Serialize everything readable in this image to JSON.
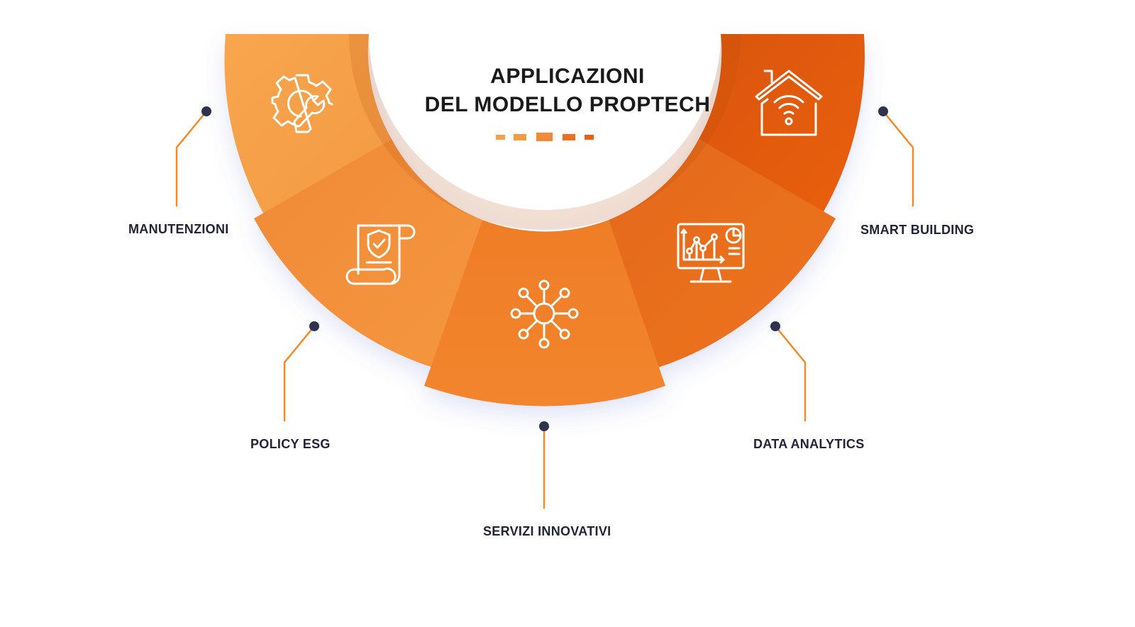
{
  "title": {
    "line1": "APPLICAZIONI",
    "line2": "DEL MODELLO PROPTECH"
  },
  "segments": [
    {
      "id": "manutenzioni",
      "label": "MANUTENZIONI",
      "icon": "gear-wrench-icon",
      "color": "#f6a04b"
    },
    {
      "id": "policy-esg",
      "label": "POLICY ESG",
      "icon": "shield-document-icon",
      "color": "#f38e3a"
    },
    {
      "id": "servizi-innovativi",
      "label": "SERVIZI INNOVATIVI",
      "icon": "network-hub-icon",
      "color": "#f0822c"
    },
    {
      "id": "data-analytics",
      "label": "DATA ANALYTICS",
      "icon": "analytics-monitor-icon",
      "color": "#ec7020"
    },
    {
      "id": "smart-building",
      "label": "SMART BUILDING",
      "icon": "smart-home-icon",
      "color": "#e95e13"
    }
  ],
  "colors": {
    "accent": "#f08a2c",
    "connector_line": "#f08a2c",
    "connector_dot": "#2e3350",
    "label_text": "#23233a",
    "title_text": "#1a1a1a"
  }
}
